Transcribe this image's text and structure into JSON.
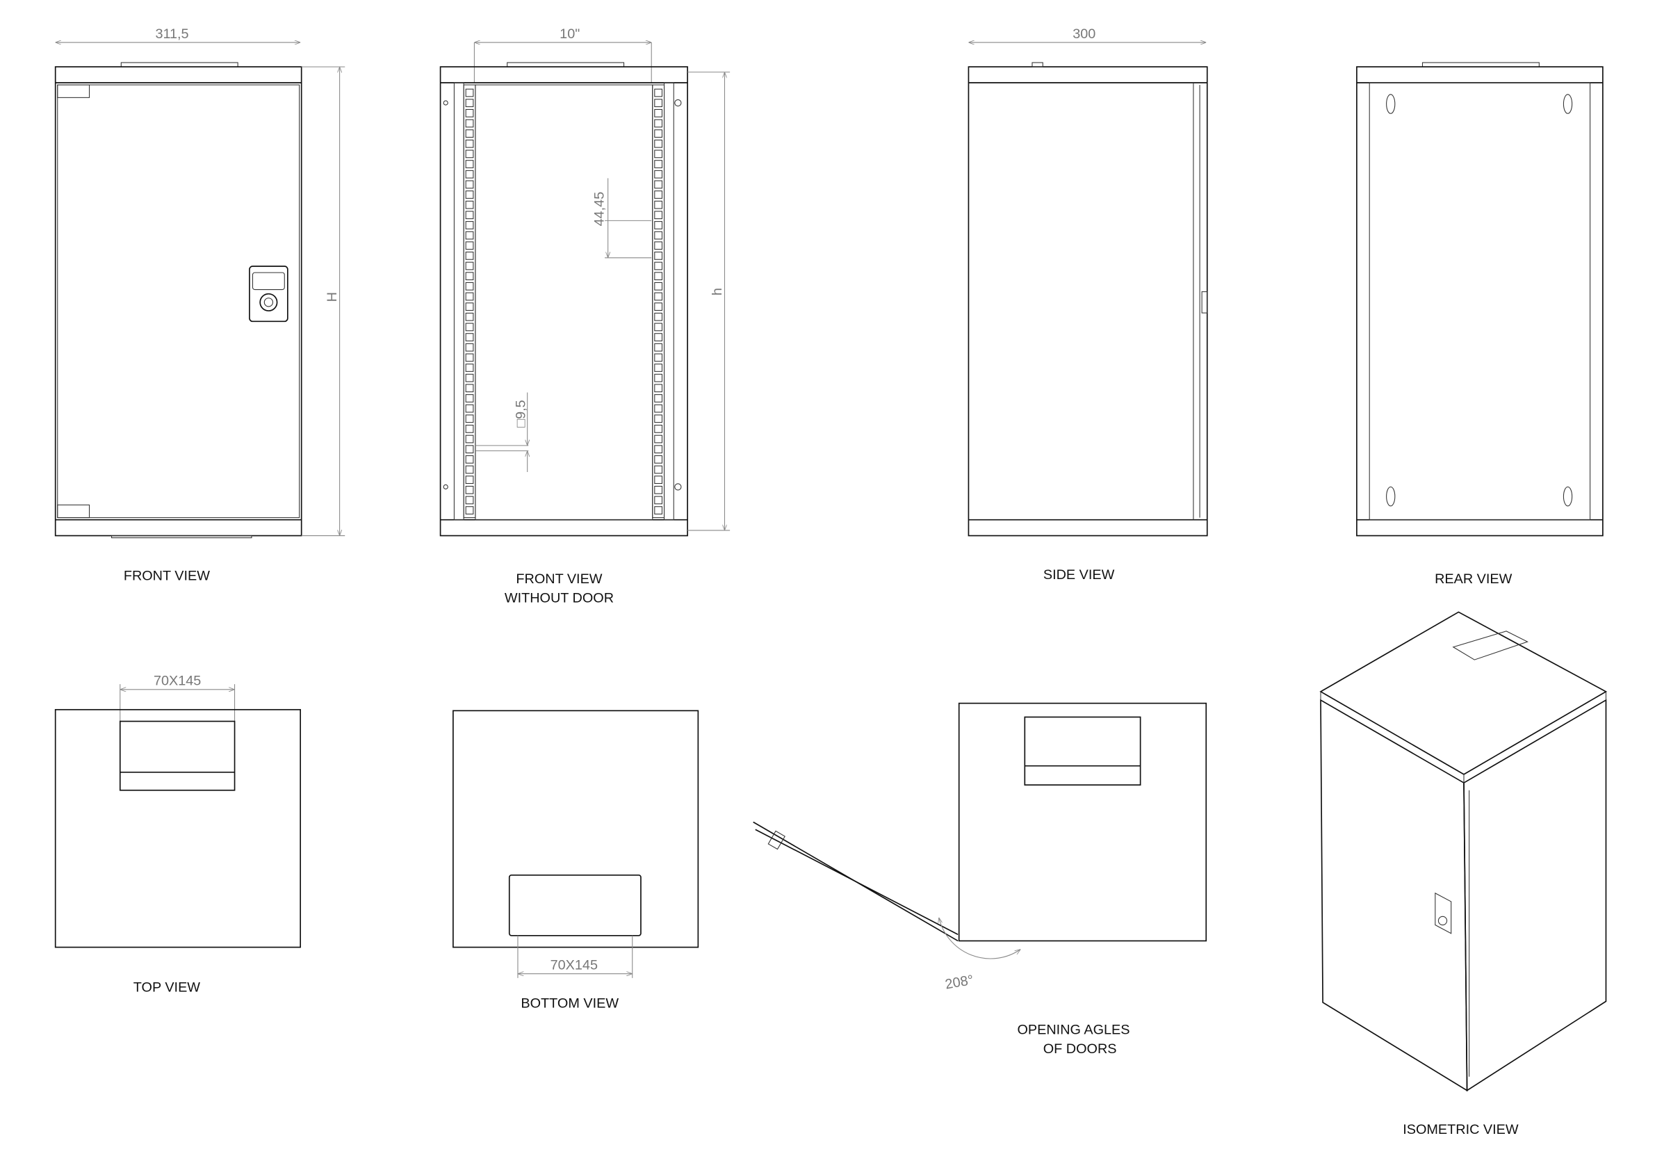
{
  "dimensions": {
    "width": "311,5",
    "height_total": "H",
    "rack_width": "10\"",
    "rack_height": "h",
    "unit_pitch": "44,45",
    "square_hole": "□9,5",
    "depth": "300",
    "top_cutout": "70X145",
    "bottom_cutout": "70X145",
    "door_angle": "208°"
  },
  "labels": {
    "front_view": "FRONT VIEW",
    "front_without_door_1": "FRONT VIEW",
    "front_without_door_2": "WITHOUT DOOR",
    "side_view": "SIDE VIEW",
    "rear_view": "REAR VIEW",
    "top_view": "TOP VIEW",
    "bottom_view": "BOTTOM VIEW",
    "opening_1": "OPENING AGLES",
    "opening_2": "OF DOORS",
    "isometric_view": "ISOMETRIC VIEW"
  }
}
